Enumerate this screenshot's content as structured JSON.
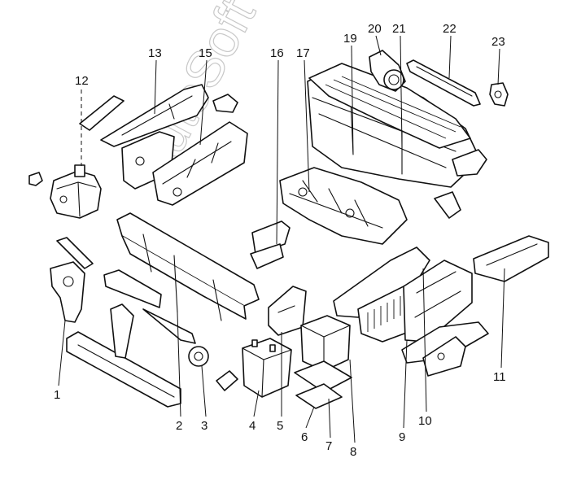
{
  "watermark": "AutoSoft",
  "callouts": [
    "1",
    "2",
    "3",
    "4",
    "5",
    "6",
    "7",
    "8",
    "9",
    "10",
    "11",
    "12",
    "13",
    "15",
    "16",
    "17",
    "19",
    "20",
    "21",
    "22",
    "23"
  ],
  "colors": {
    "line": "#111111",
    "background": "#ffffff",
    "watermark": "#c8c8c8"
  }
}
